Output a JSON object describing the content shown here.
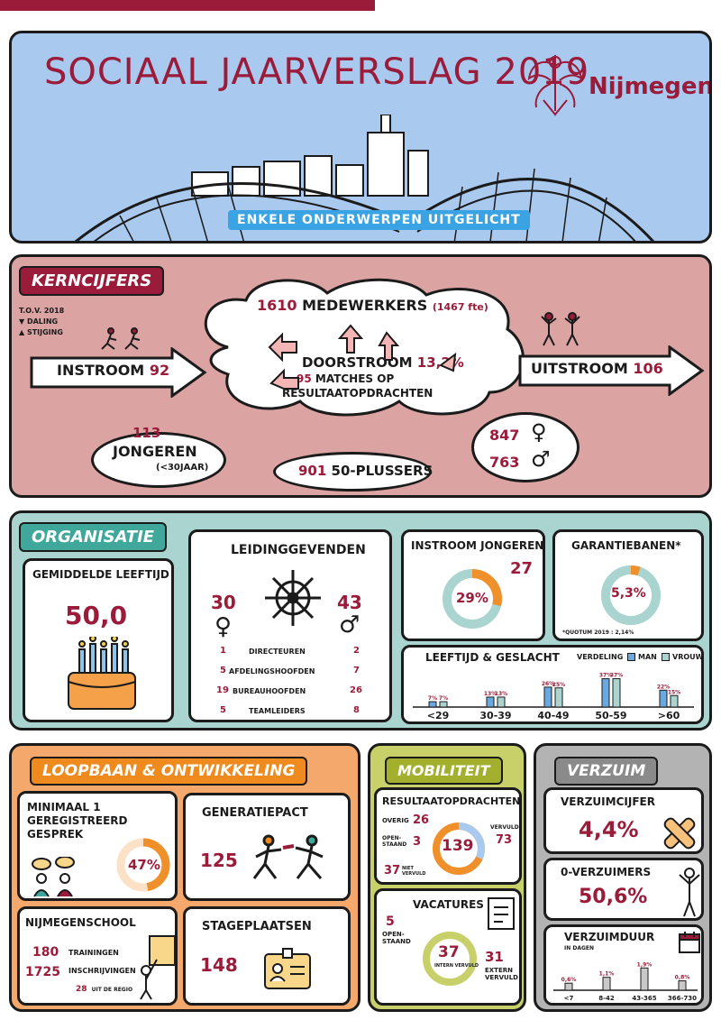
{
  "header": {
    "title": "SOCIAAL JAARVERSLAG 2019",
    "brand": "Nijmegen",
    "subtitle": "ENKELE ONDERWERPEN UITGELICHT"
  },
  "kerncijfers": {
    "heading": "KERNCIJFERS",
    "legend": [
      "T.O.V. 2018",
      "DALING",
      "STIJGING"
    ],
    "medewerkers_num": "1610",
    "medewerkers_label": "MEDEWERKERS",
    "fte": "(1467 fte)",
    "doorstroom_label": "DOORSTROOM",
    "doorstroom_pct": "13,2%",
    "matches_num": "95",
    "matches_label": "MATCHES OP",
    "matches_label2": "RESULTAATOPDRACHTEN",
    "instroom_label": "INSTROOM",
    "instroom_num": "92",
    "uitstroom_label": "UITSTROOM",
    "uitstroom_num": "106",
    "jongeren_num": "113",
    "jongeren_label": "JONGEREN",
    "jongeren_sub": "(<30JAAR)",
    "plussers_num": "901",
    "plussers_label": "50-PLUSSERS",
    "female_num": "847",
    "male_num": "763"
  },
  "organisatie": {
    "heading": "ORGANISATIE",
    "leeftijd_title": "GEMIDDELDE LEEFTIJD",
    "leeftijd_value": "50,0",
    "leiding_title": "LEIDINGGEVENDEN",
    "leiding_female": "30",
    "leiding_male": "43",
    "leiding_rows": [
      {
        "f": "1",
        "label": "DIRECTEUREN",
        "m": "2"
      },
      {
        "f": "5",
        "label": "AFDELINGSHOOFDEN",
        "m": "7"
      },
      {
        "f": "19",
        "label": "BUREAUHOOFDEN",
        "m": "26"
      },
      {
        "f": "5",
        "label": "TEAMLEIDERS",
        "m": "8"
      }
    ],
    "instroom_jongeren_title": "INSTROOM JONGEREN",
    "instroom_jongeren_pct": "29%",
    "instroom_jongeren_pct_value": 29,
    "instroom_jongeren_num": "27",
    "garantie_title": "GARANTIEBANEN*",
    "garantie_pct": "5,3%",
    "garantie_pct_value": 5.3,
    "garantie_note": "*QUOTUM 2019 : 2,14%",
    "lg_title": "LEEFTIJD & GESLACHT",
    "lg_verdeling": "VERDELING",
    "lg_man": "MAN",
    "lg_vrouw": "VROUW"
  },
  "chart_data": {
    "type": "bar",
    "categories": [
      "<29",
      "30-39",
      "40-49",
      "50-59",
      ">60"
    ],
    "series": [
      {
        "name": "MAN",
        "values": [
          7,
          13,
          26,
          37,
          22
        ],
        "labels": [
          "7%",
          "13%",
          "26%",
          "37%",
          "22%"
        ]
      },
      {
        "name": "VROUW",
        "values": [
          7,
          13,
          25,
          37,
          15
        ],
        "labels": [
          "7%",
          "13%",
          "25%",
          "37%",
          "15%"
        ]
      }
    ],
    "colors": {
      "man": "#6aa9e0",
      "vrouw": "#a9d4cf"
    }
  },
  "loopbaan": {
    "heading": "LOOPBAAN & ONTWIKKELING",
    "gesprek_l1": "MINIMAAL 1",
    "gesprek_l2": "GEREGISTREERD",
    "gesprek_l3": "GESPREK",
    "gesprek_pct": "47%",
    "gesprek_pct_value": 47,
    "generatiepact_title": "GENERATIEPACT",
    "generatiepact_num": "125",
    "school_title": "NIJMEGENSCHOOL",
    "school_trainingen_num": "180",
    "school_trainingen_label": "TRAININGEN",
    "school_inschr_num": "1725",
    "school_inschr_label": "INSCHRIJVINGEN",
    "school_regio_num": "28",
    "school_regio_label": "UIT DE REGIO",
    "stage_title": "STAGEPLAATSEN",
    "stage_num": "148"
  },
  "mobiliteit": {
    "heading": "MOBILITEIT",
    "res_title": "RESULTAATOPDRACHTEN",
    "res_total": "139",
    "res_overig_label": "OVERIG",
    "res_overig": "26",
    "res_open_label": "OPEN-STAAND",
    "res_open": "3",
    "res_niet_label": "NIET VERVULD",
    "res_niet": "37",
    "res_vervuld_label": "VERVULD",
    "res_vervuld": "73",
    "vac_title": "VACATURES",
    "vac_total": "37",
    "vac_total_label": "INTERN VERVULD",
    "vac_open": "5",
    "vac_open_label": "OPEN-STAAND",
    "vac_extern": "31",
    "vac_extern_label": "EXTERN VERVULD"
  },
  "verzuim": {
    "heading": "VERZUIM",
    "cijfer_title": "VERZUIMCIJFER",
    "cijfer_value": "4,4%",
    "nul_title": "0-VERZUIMERS",
    "nul_value": "50,6%",
    "duur_title": "VERZUIMDUUR",
    "duur_sub": "IN DAGEN",
    "duur_categories": [
      "<7",
      "8-42",
      "43-365",
      "366-730"
    ],
    "duur_values": [
      0.6,
      1.1,
      1.9,
      0.8
    ],
    "duur_labels": [
      "0,6%",
      "1,1%",
      "1,9%",
      "0,8%"
    ]
  }
}
